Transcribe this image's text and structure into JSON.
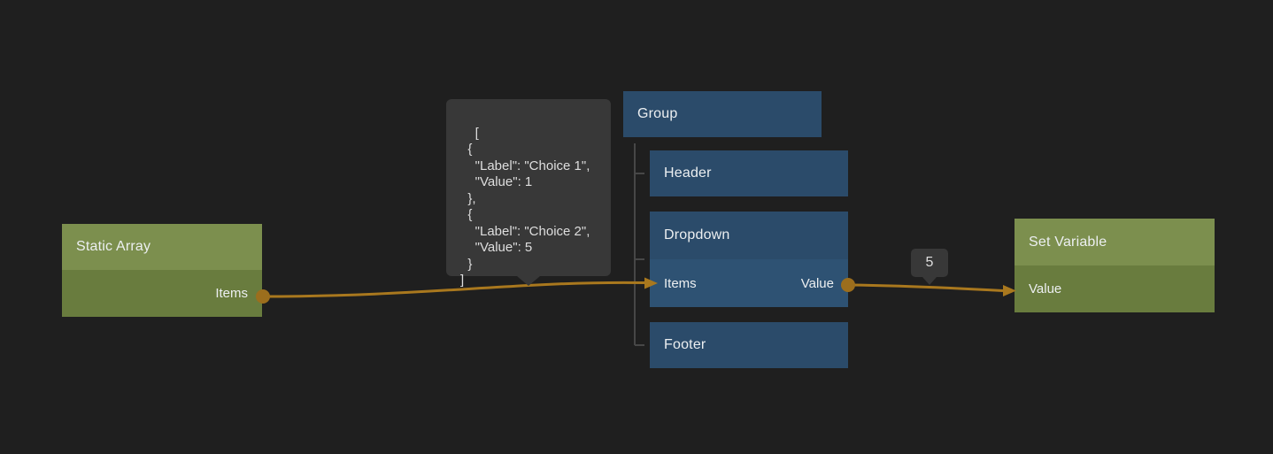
{
  "canvas": {
    "background_color": "#1f1f1f",
    "wire_color": "#a9781e",
    "port_color": "#9c6e1d",
    "connector_color": "#474747",
    "node_green_header": "#7c8f4e",
    "node_green_body": "#697c3e",
    "node_blue_header": "#2b4b6a",
    "node_blue_body": "#2e5273",
    "tooltip_background": "#383838"
  },
  "nodes": {
    "static_array": {
      "title": "Static Array",
      "outputs": [
        {
          "label": "Items"
        }
      ]
    },
    "group": {
      "title": "Group"
    },
    "header": {
      "title": "Header"
    },
    "dropdown": {
      "title": "Dropdown",
      "inputs": [
        {
          "label": "Items"
        }
      ],
      "outputs": [
        {
          "label": "Value"
        }
      ]
    },
    "footer": {
      "title": "Footer"
    },
    "set_variable": {
      "title": "Set Variable",
      "inputs": [
        {
          "label": "Value"
        }
      ]
    }
  },
  "tooltips": {
    "array_preview": {
      "text": "[\n  {\n    \"Label\": \"Choice 1\",\n    \"Value\": 1\n  },\n  {\n    \"Label\": \"Choice 2\",\n    \"Value\": 5\n  }\n]"
    },
    "value_preview": {
      "text": "5"
    }
  }
}
